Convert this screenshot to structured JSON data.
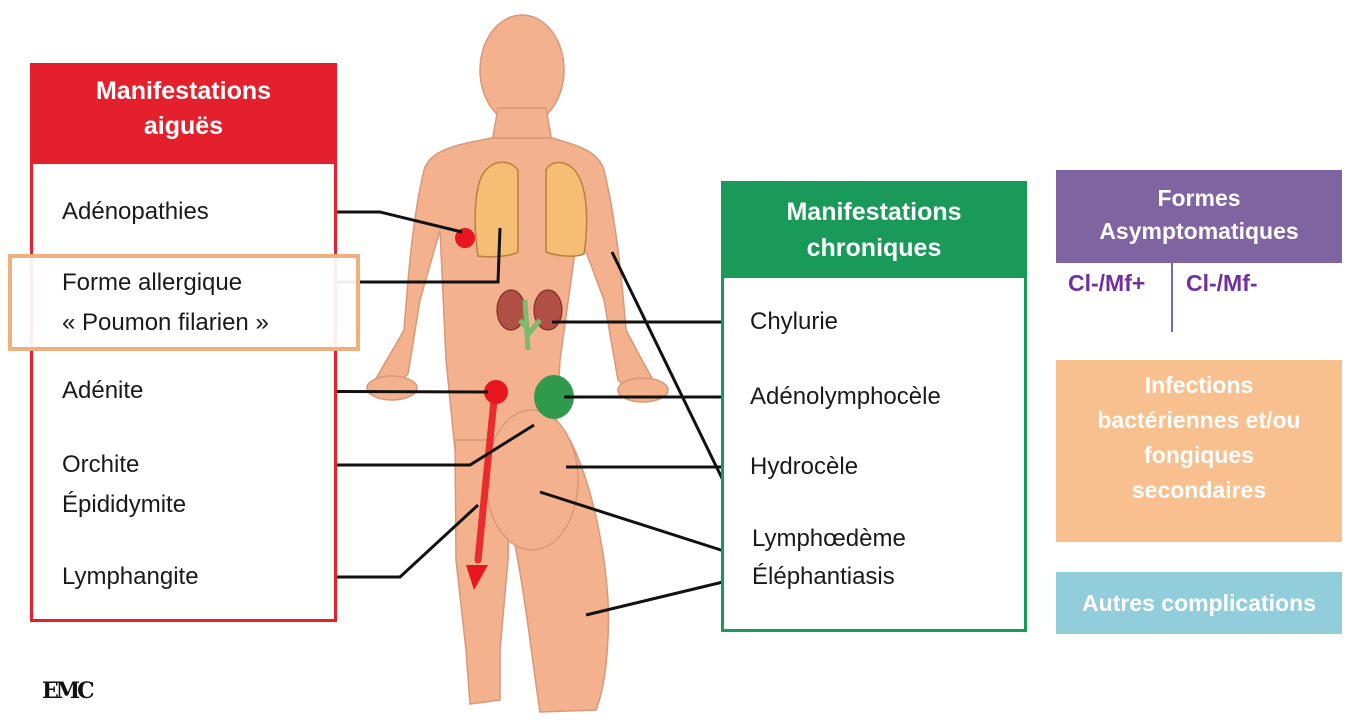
{
  "acute": {
    "title": "Manifestations\naiguës",
    "items": [
      "Adénopathies",
      "Forme allergique",
      "« Poumon filarien »",
      "Adénite",
      "Orchite",
      "Épididymite",
      "Lymphangite"
    ]
  },
  "chronic": {
    "title": "Manifestations\nchroniques",
    "items": [
      "Chylurie",
      "Adénolymphocèle",
      "Hydrocèle",
      "Lymphœdème",
      "Éléphantiasis"
    ]
  },
  "logo_text": "EMC",
  "right_panel": {
    "asymptomatic": {
      "title": "Formes\nAsymptomatiques",
      "left": "Cl-/Mf+",
      "right": "Cl-/Mf-"
    },
    "infections": "Infections\nbactériennes et/ou\nfongiques\nsecondaires",
    "others": "Autres complications"
  },
  "colors": {
    "acute": "#e4202c",
    "chronic": "#1a9a58",
    "asymptomatic": "#8064a2",
    "infections": "#f9c08f",
    "others": "#92cddc",
    "skin": "#f3b28d",
    "lung": "#f6bd74",
    "kidney": "#b05044",
    "lesion_red": "#e8161e",
    "lesion_green": "#2f9a4c"
  }
}
